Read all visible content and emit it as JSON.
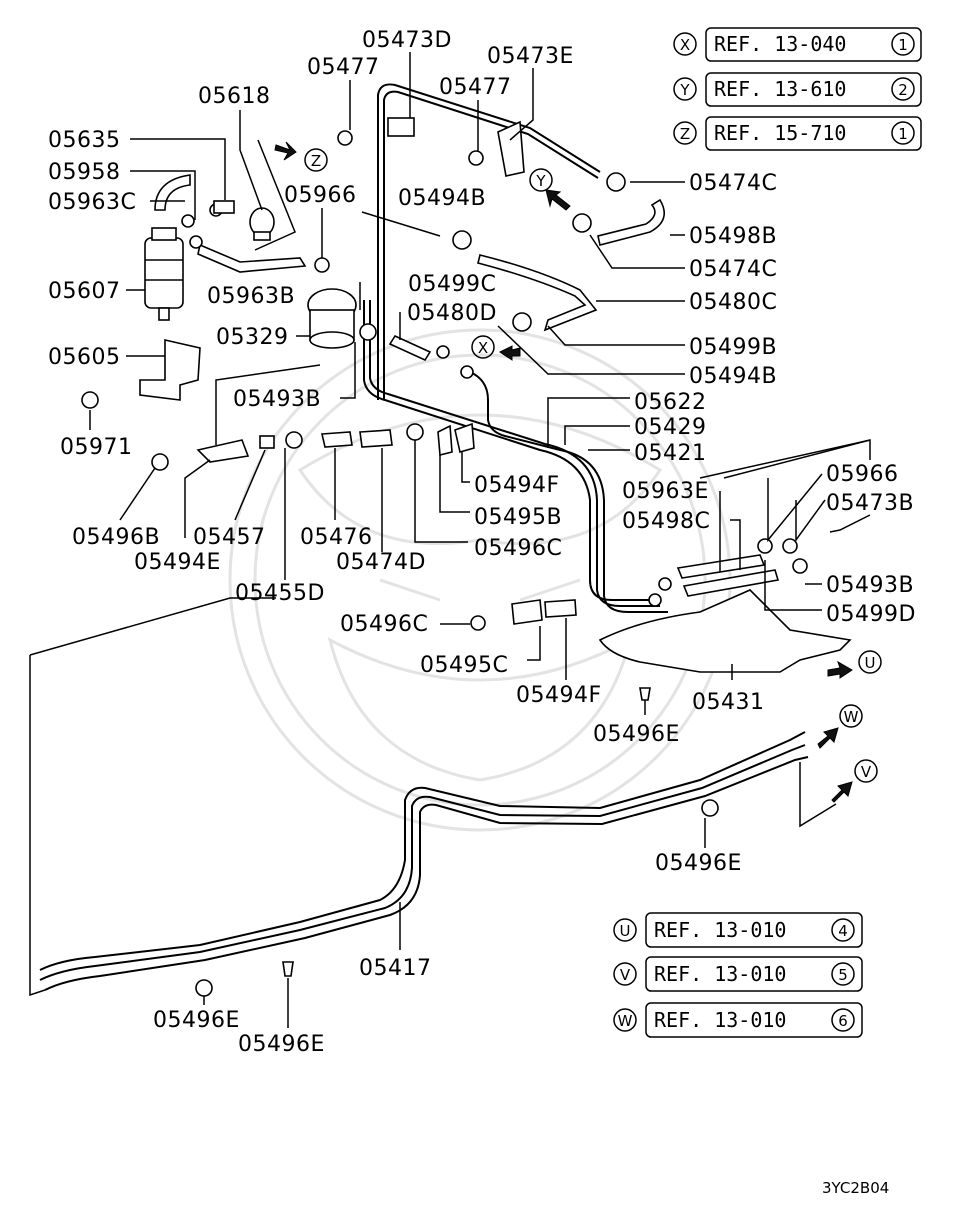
{
  "diagram_code": "3YC2B04",
  "references": {
    "top": [
      {
        "marker": "X",
        "text": "REF. 13-040",
        "num": "1"
      },
      {
        "marker": "Y",
        "text": "REF. 13-610",
        "num": "2"
      },
      {
        "marker": "Z",
        "text": "REF. 15-710",
        "num": "1"
      }
    ],
    "bottom": [
      {
        "marker": "U",
        "text": "REF. 13-010",
        "num": "4"
      },
      {
        "marker": "V",
        "text": "REF. 13-010",
        "num": "5"
      },
      {
        "marker": "W",
        "text": "REF. 13-010",
        "num": "6"
      }
    ]
  },
  "callout_markers": {
    "z": "Z",
    "y": "Y",
    "x": "X",
    "u": "U",
    "w": "W",
    "v": "V"
  },
  "parts": [
    "05473D",
    "05477",
    "05473E",
    "05618",
    "05477",
    "05635",
    "05958",
    "05963C",
    "05966",
    "05494B",
    "05474C",
    "05498B",
    "05474C",
    "05607",
    "05963B",
    "05499C",
    "05480C",
    "05329",
    "05480D",
    "05499B",
    "05605",
    "05494B",
    "05493B",
    "05622",
    "05429",
    "05971",
    "05421",
    "05966",
    "05494F",
    "05963E",
    "05473B",
    "05495B",
    "05498C",
    "05496B",
    "05457",
    "05476",
    "05496C",
    "05494E",
    "05474D",
    "05493B",
    "05455D",
    "05499D",
    "05496C",
    "05495C",
    "05494F",
    "05431",
    "05496E",
    "05496E",
    "05417",
    "05496E",
    "05496E"
  ]
}
